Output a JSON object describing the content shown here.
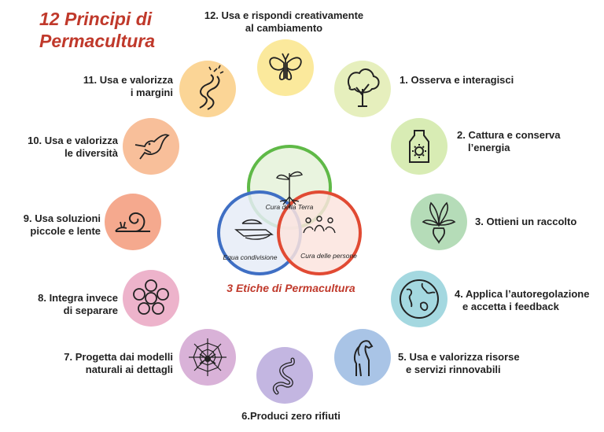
{
  "title": {
    "line1": "12 Principi di",
    "line2": "Permacultura"
  },
  "principles": [
    {
      "line1": "1. Osserva e interagisci",
      "line2": "",
      "color": "#e6efbd",
      "icon": "tree-icon"
    },
    {
      "line1": "2. Cattura e conserva",
      "line2": "l’energia",
      "color": "#d8ecb4",
      "icon": "jar-sun-icon"
    },
    {
      "line1": "3. Ottieni un raccolto",
      "line2": "",
      "color": "#b5dcb8",
      "icon": "beet-icon"
    },
    {
      "line1": "4. Applica l’autoregolazione",
      "line2": "e accetta i feedback",
      "color": "#a4d8e0",
      "icon": "globe-icon"
    },
    {
      "line1": "5. Usa e valorizza risorse",
      "line2": "e servizi rinnovabili",
      "color": "#a9c4e6",
      "icon": "horse-icon"
    },
    {
      "line1": "6.Produci zero rifiuti",
      "line2": "",
      "color": "#c3b6e1",
      "icon": "worm-icon"
    },
    {
      "line1": "7. Progetta dai modelli",
      "line2": "naturali ai dettagli",
      "color": "#d9b2d8",
      "icon": "spider-web-icon"
    },
    {
      "line1": "8. Integra invece",
      "line2": "di separare",
      "color": "#edb3cb",
      "icon": "flower-circle-icon"
    },
    {
      "line1": "9. Usa soluzioni",
      "line2": "piccole e lente",
      "color": "#f5a98e",
      "icon": "snail-icon"
    },
    {
      "line1": "10. Usa e valorizza",
      "line2": "le diversità",
      "color": "#f8bf9a",
      "icon": "bird-icon"
    },
    {
      "line1": "11. Usa e valorizza",
      "line2": "i margini",
      "color": "#fbd596",
      "icon": "river-icon"
    },
    {
      "line1": "12. Usa e rispondi creativamente",
      "line2": "al cambiamento",
      "color": "#fbe99c",
      "icon": "butterfly-icon"
    }
  ],
  "ethics": {
    "title": "3 Etiche di Permacultura",
    "earth": "Cura della Terra",
    "people": "Cura delle persone",
    "fair": "Equa condivisione",
    "colors": {
      "earth": "#5fb947",
      "people": "#e14a33",
      "fair": "#3f6fc4"
    }
  }
}
